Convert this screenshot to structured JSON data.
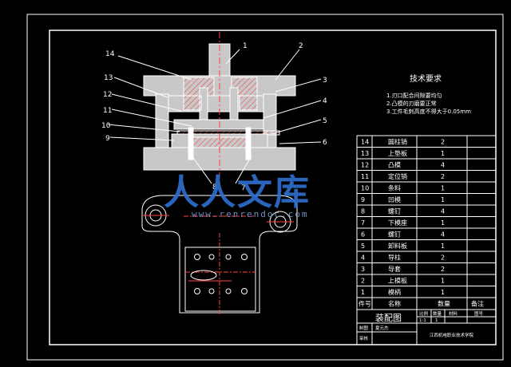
{
  "technical_requirements": {
    "title": "技术要求",
    "items": [
      "1.刃口配合间隙要均匀",
      "2.凸模的刃磨要正常",
      "3.工件毛刺高度不得大于0.05mm"
    ]
  },
  "callouts": [
    "1",
    "2",
    "3",
    "4",
    "5",
    "6",
    "7",
    "8",
    "9",
    "10",
    "11",
    "12",
    "13",
    "14"
  ],
  "bom": {
    "rows": [
      {
        "no": "14",
        "name": "圆柱销",
        "qty": "2",
        "note": ""
      },
      {
        "no": "13",
        "name": "上垫板",
        "qty": "1",
        "note": ""
      },
      {
        "no": "12",
        "name": "凸模",
        "qty": "4",
        "note": ""
      },
      {
        "no": "11",
        "name": "定位销",
        "qty": "2",
        "note": ""
      },
      {
        "no": "10",
        "name": "条料",
        "qty": "1",
        "note": ""
      },
      {
        "no": "9",
        "name": "凹模",
        "qty": "1",
        "note": ""
      },
      {
        "no": "8",
        "name": "螺钉",
        "qty": "4",
        "note": ""
      },
      {
        "no": "7",
        "name": "下模座",
        "qty": "1",
        "note": ""
      },
      {
        "no": "6",
        "name": "螺钉",
        "qty": "4",
        "note": ""
      },
      {
        "no": "5",
        "name": "卸料板",
        "qty": "1",
        "note": ""
      },
      {
        "no": "4",
        "name": "导柱",
        "qty": "2",
        "note": ""
      },
      {
        "no": "3",
        "name": "导套",
        "qty": "2",
        "note": ""
      },
      {
        "no": "2",
        "name": "上模板",
        "qty": "1",
        "note": ""
      },
      {
        "no": "1",
        "name": "模柄",
        "qty": "1",
        "note": ""
      }
    ],
    "header": {
      "no": "件号",
      "name": "名称",
      "qty": "数量",
      "note": "备注"
    }
  },
  "title_block": {
    "drawing_name": "装配图",
    "col_headers": [
      "比例",
      "数量",
      "材料",
      "图号"
    ],
    "scale": "1:1",
    "count": "1",
    "draft_label": "制图",
    "draft_name": "夏元杰",
    "review_label": "审核",
    "school": "江西机电职业技术学院"
  },
  "watermark": {
    "text": "人人文库",
    "url": "www.renrendoc.com"
  },
  "colors": {
    "background": "#000000",
    "line": "#ffffff",
    "part": "#c8c8c8",
    "hatch": "#ff3030",
    "center": "#ff4040",
    "text": "#ffffff",
    "watermark": "#2f6fd0"
  }
}
